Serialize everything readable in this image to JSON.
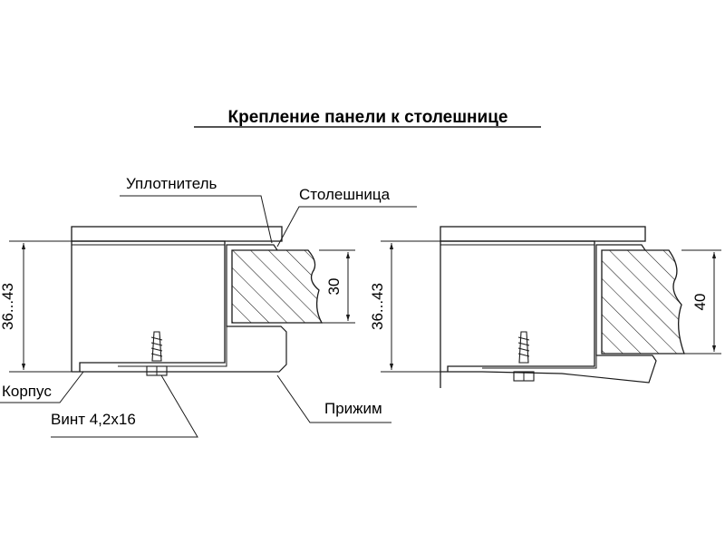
{
  "title": "Крепление панели к столешнице",
  "labels": {
    "seal": "Уплотнитель",
    "countertop": "Столешница",
    "body": "Корпус",
    "screw": "Винт 4,2х16",
    "clamp": "Прижим"
  },
  "dimensions": {
    "left_height": "36...43",
    "left_thickness": "30",
    "right_height": "36...43",
    "right_thickness": "40"
  }
}
